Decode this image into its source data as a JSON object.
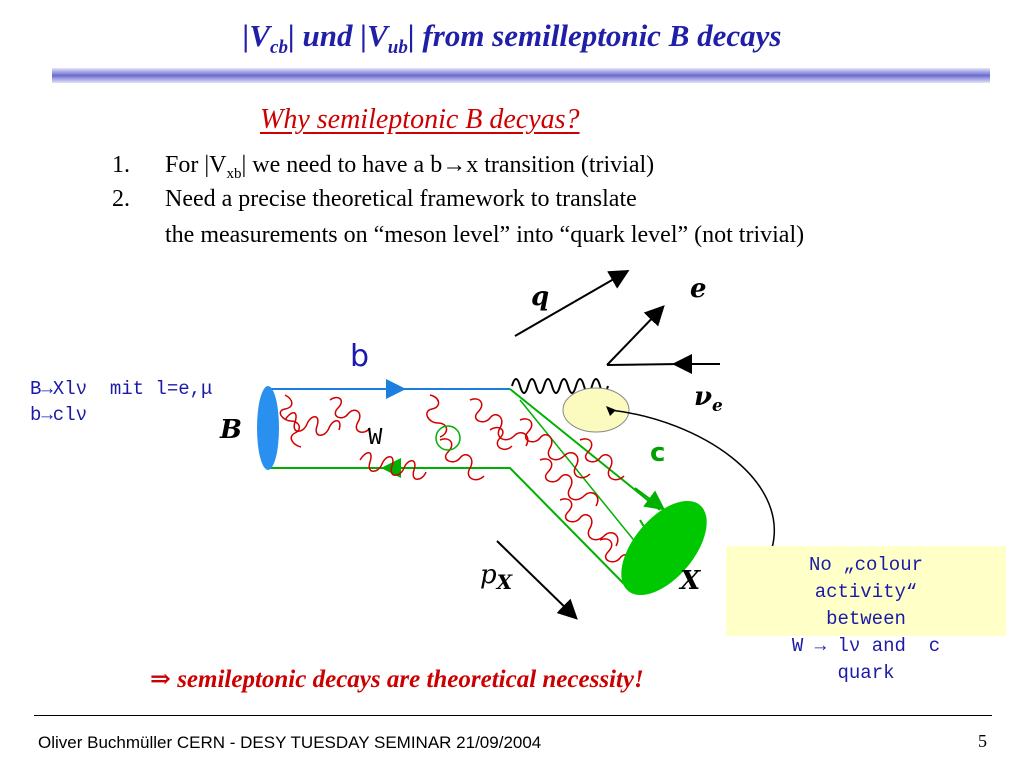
{
  "title": {
    "p1": "|V",
    "s1": "cb",
    "p2": "| und |V",
    "s2": "ub",
    "p3": "| from semilleptonic B decays"
  },
  "subtitle": "Why semileptonic B decyas?",
  "list": [
    {
      "num": "1.",
      "a": "For |V",
      "sub": "xb",
      "b": "| we need to have a b→x transition (trivial)"
    },
    {
      "num": "2.",
      "text": "Need a precise theoretical framework to translate",
      "cont": "the measurements on “meson level” into “quark level” (not trivial)"
    }
  ],
  "decay": {
    "line1": "B→Xlν  mit l=e,μ",
    "line2": "b→clν"
  },
  "diagram": {
    "b": "b",
    "W": "W",
    "c": "c",
    "q": "q",
    "e": "e",
    "nu": "ν",
    "nu_sub": "e",
    "B": "B",
    "px": "p",
    "px_sub": "X",
    "X": "X"
  },
  "note": {
    "line1": "No „colour",
    "line2": "activity“",
    "line3": "between",
    "line4": "W → lν and  c",
    "line5": "quark"
  },
  "conclusion": "⇒ semileptonic decays are theoretical necessity!",
  "footer": "Oliver Buchmüller CERN - DESY TUESDAY SEMINAR 21/09/2004",
  "page_number": "5",
  "colors": {
    "title": "#1f1fa8",
    "subtitle": "#cc0000",
    "quark_line": "#1a7fe0",
    "gluon": "#d00000",
    "c_line": "#00b000",
    "note_bg": "#ffffc8"
  }
}
